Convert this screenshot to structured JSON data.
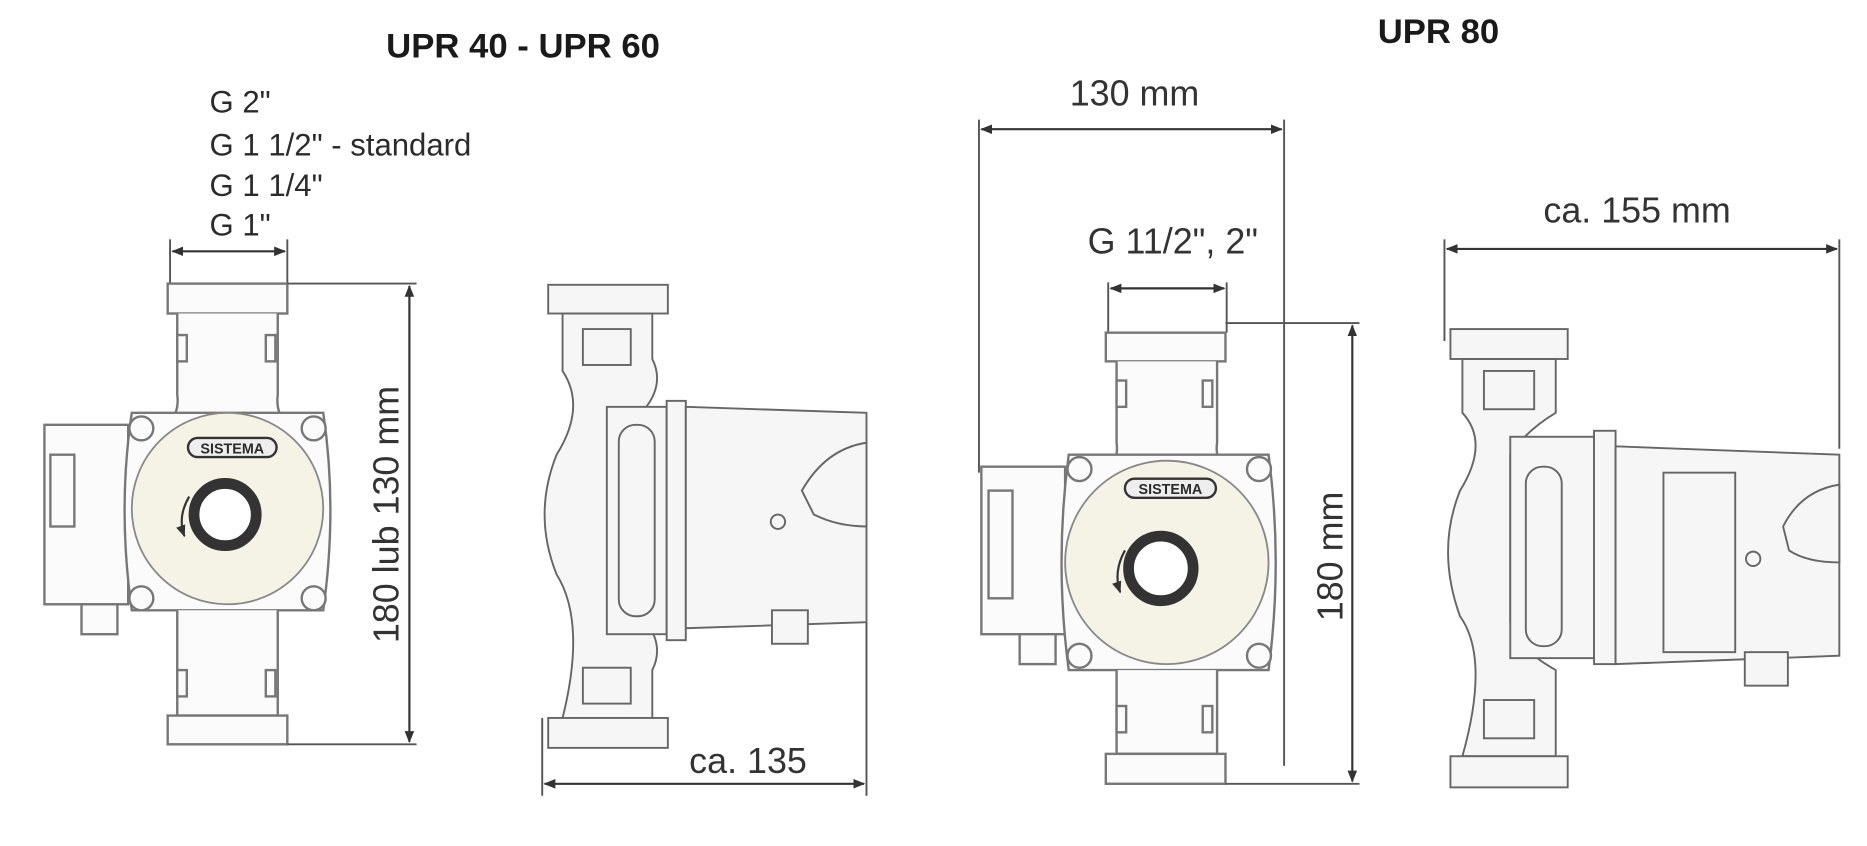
{
  "left_group": {
    "title": "UPR 40  -  UPR 60",
    "thread_options": [
      "G 2\"",
      "G 1 1/2\" - standard",
      "G 1 1/4\"",
      "G 1\""
    ],
    "height_dimension": "180 lub 130 mm",
    "depth_dimension": "ca. 135",
    "brand_label": "SISTEMA"
  },
  "right_group": {
    "title": "UPR 80",
    "width_dimension": "130 mm",
    "thread_dimension": "G 11/2\", 2\"",
    "height_dimension": "180 mm",
    "depth_dimension": "ca. 155 mm",
    "brand_label": "SISTEMA"
  }
}
